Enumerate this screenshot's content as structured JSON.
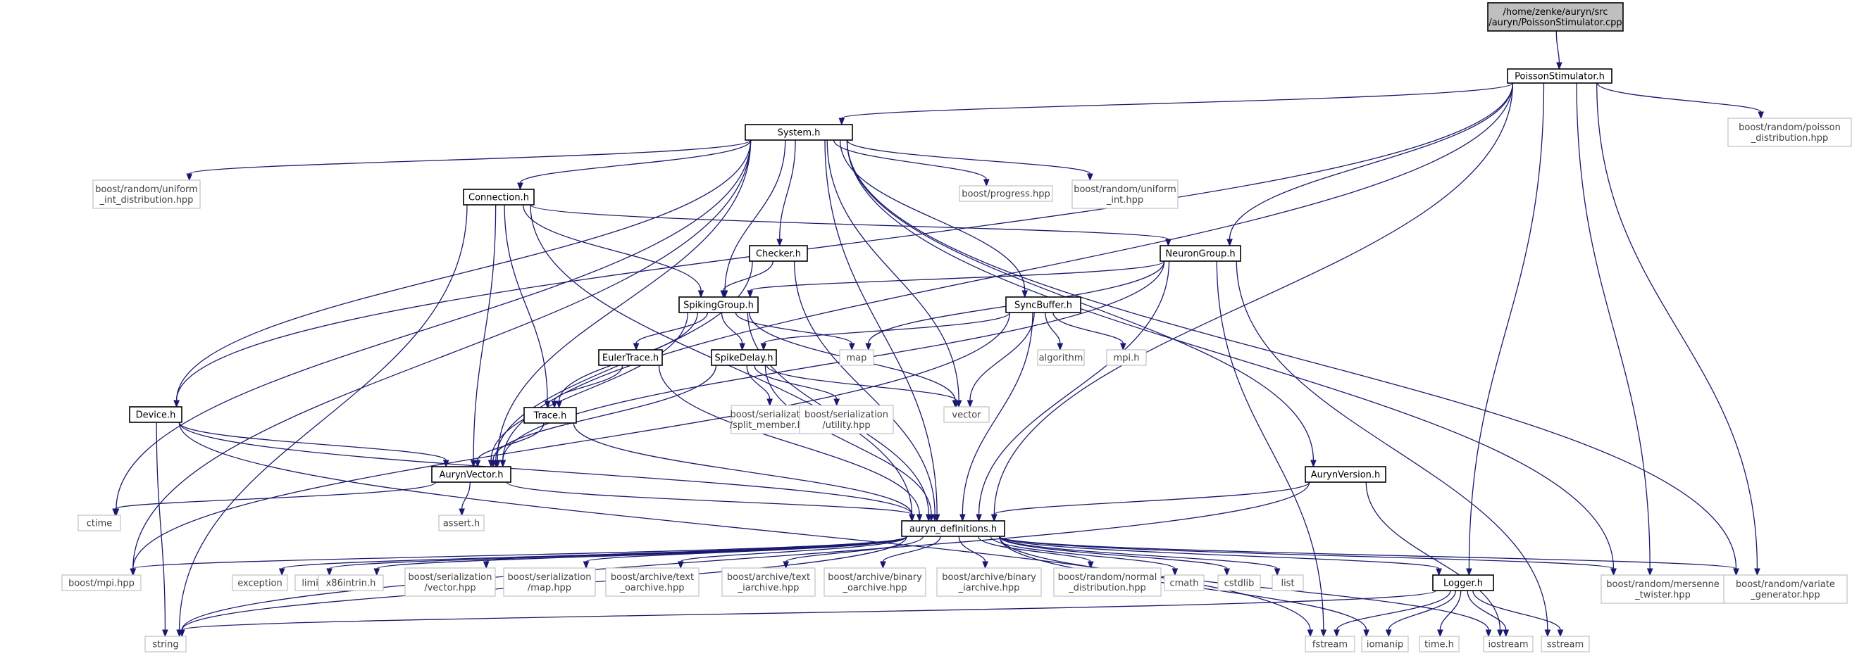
{
  "diagram": {
    "nodes": [
      {
        "id": "root",
        "lines": [
          "/home/zenke/auryn/src",
          "/auryn/PoissonStimulator.cpp"
        ],
        "kind": "root"
      },
      {
        "id": "PoissonStimulator_h",
        "lines": [
          "PoissonStimulator.h"
        ],
        "kind": "doc"
      },
      {
        "id": "boost_poisson",
        "lines": [
          "boost/random/poisson",
          "_distribution.hpp"
        ],
        "kind": "ext"
      },
      {
        "id": "System_h",
        "lines": [
          "System.h"
        ],
        "kind": "doc"
      },
      {
        "id": "boost_uniform_int_distribution",
        "lines": [
          "boost/random/uniform",
          "_int_distribution.hpp"
        ],
        "kind": "ext"
      },
      {
        "id": "boost_progress",
        "lines": [
          "boost/progress.hpp"
        ],
        "kind": "ext"
      },
      {
        "id": "boost_uniform_int",
        "lines": [
          "boost/random/uniform",
          "_int.hpp"
        ],
        "kind": "ext"
      },
      {
        "id": "Connection_h",
        "lines": [
          "Connection.h"
        ],
        "kind": "doc"
      },
      {
        "id": "NeuronGroup_h",
        "lines": [
          "NeuronGroup.h"
        ],
        "kind": "doc"
      },
      {
        "id": "Checker_h",
        "lines": [
          "Checker.h"
        ],
        "kind": "doc"
      },
      {
        "id": "SpikingGroup_h",
        "lines": [
          "SpikingGroup.h"
        ],
        "kind": "doc"
      },
      {
        "id": "SyncBuffer_h",
        "lines": [
          "SyncBuffer.h"
        ],
        "kind": "doc"
      },
      {
        "id": "EulerTrace_h",
        "lines": [
          "EulerTrace.h"
        ],
        "kind": "doc"
      },
      {
        "id": "SpikeDelay_h",
        "lines": [
          "SpikeDelay.h"
        ],
        "kind": "doc"
      },
      {
        "id": "map",
        "lines": [
          "map"
        ],
        "kind": "ext"
      },
      {
        "id": "algorithm",
        "lines": [
          "algorithm"
        ],
        "kind": "ext"
      },
      {
        "id": "mpi_h",
        "lines": [
          "mpi.h"
        ],
        "kind": "ext"
      },
      {
        "id": "boost_split_member",
        "lines": [
          "boost/serialization",
          "/split_member.hpp"
        ],
        "kind": "ext"
      },
      {
        "id": "boost_utility",
        "lines": [
          "boost/serialization",
          "/utility.hpp"
        ],
        "kind": "ext"
      },
      {
        "id": "vector",
        "lines": [
          "vector"
        ],
        "kind": "ext"
      },
      {
        "id": "Trace_h",
        "lines": [
          "Trace.h"
        ],
        "kind": "doc"
      },
      {
        "id": "Device_h",
        "lines": [
          "Device.h"
        ],
        "kind": "doc"
      },
      {
        "id": "AurynVector_h",
        "lines": [
          "AurynVector.h"
        ],
        "kind": "doc"
      },
      {
        "id": "AurynVersion_h",
        "lines": [
          "AurynVersion.h"
        ],
        "kind": "doc"
      },
      {
        "id": "ctime",
        "lines": [
          "ctime"
        ],
        "kind": "ext"
      },
      {
        "id": "assert_h",
        "lines": [
          "assert.h"
        ],
        "kind": "ext"
      },
      {
        "id": "auryn_definitions_h",
        "lines": [
          "auryn_definitions.h"
        ],
        "kind": "doc"
      },
      {
        "id": "boost_mpi",
        "lines": [
          "boost/mpi.hpp"
        ],
        "kind": "ext"
      },
      {
        "id": "exception",
        "lines": [
          "exception"
        ],
        "kind": "ext"
      },
      {
        "id": "limits",
        "lines": [
          "limits"
        ],
        "kind": "ext"
      },
      {
        "id": "x86intrin_h",
        "lines": [
          "x86intrin.h"
        ],
        "kind": "ext"
      },
      {
        "id": "boost_ser_vector",
        "lines": [
          "boost/serialization",
          "/vector.hpp"
        ],
        "kind": "ext"
      },
      {
        "id": "boost_ser_map",
        "lines": [
          "boost/serialization",
          "/map.hpp"
        ],
        "kind": "ext"
      },
      {
        "id": "boost_text_oarchive",
        "lines": [
          "boost/archive/text",
          "_oarchive.hpp"
        ],
        "kind": "ext"
      },
      {
        "id": "boost_text_iarchive",
        "lines": [
          "boost/archive/text",
          "_iarchive.hpp"
        ],
        "kind": "ext"
      },
      {
        "id": "boost_binary_oarchive",
        "lines": [
          "boost/archive/binary",
          "_oarchive.hpp"
        ],
        "kind": "ext"
      },
      {
        "id": "boost_binary_iarchive",
        "lines": [
          "boost/archive/binary",
          "_iarchive.hpp"
        ],
        "kind": "ext"
      },
      {
        "id": "boost_normal_distribution",
        "lines": [
          "boost/random/normal",
          "_distribution.hpp"
        ],
        "kind": "ext"
      },
      {
        "id": "cmath",
        "lines": [
          "cmath"
        ],
        "kind": "ext"
      },
      {
        "id": "cstdlib",
        "lines": [
          "cstdlib"
        ],
        "kind": "ext"
      },
      {
        "id": "list",
        "lines": [
          "list"
        ],
        "kind": "ext"
      },
      {
        "id": "Logger_h",
        "lines": [
          "Logger.h"
        ],
        "kind": "doc"
      },
      {
        "id": "boost_mersenne_twister",
        "lines": [
          "boost/random/mersenne",
          "_twister.hpp"
        ],
        "kind": "ext"
      },
      {
        "id": "boost_variate_generator",
        "lines": [
          "boost/random/variate",
          "_generator.hpp"
        ],
        "kind": "ext"
      },
      {
        "id": "string",
        "lines": [
          "string"
        ],
        "kind": "ext"
      },
      {
        "id": "fstream",
        "lines": [
          "fstream"
        ],
        "kind": "ext"
      },
      {
        "id": "iomanip",
        "lines": [
          "iomanip"
        ],
        "kind": "ext"
      },
      {
        "id": "time_h",
        "lines": [
          "time.h"
        ],
        "kind": "ext"
      },
      {
        "id": "iostream",
        "lines": [
          "iostream"
        ],
        "kind": "ext"
      },
      {
        "id": "sstream",
        "lines": [
          "sstream"
        ],
        "kind": "ext"
      }
    ],
    "edges": [
      [
        "root",
        "PoissonStimulator_h"
      ],
      [
        "PoissonStimulator_h",
        "System_h"
      ],
      [
        "PoissonStimulator_h",
        "boost_poisson"
      ],
      [
        "PoissonStimulator_h",
        "Device_h"
      ],
      [
        "PoissonStimulator_h",
        "AurynVector_h"
      ],
      [
        "PoissonStimulator_h",
        "NeuronGroup_h"
      ],
      [
        "PoissonStimulator_h",
        "auryn_definitions_h"
      ],
      [
        "PoissonStimulator_h",
        "Logger_h"
      ],
      [
        "PoissonStimulator_h",
        "boost_mersenne_twister"
      ],
      [
        "PoissonStimulator_h",
        "boost_variate_generator"
      ],
      [
        "System_h",
        "boost_uniform_int_distribution"
      ],
      [
        "System_h",
        "boost_progress"
      ],
      [
        "System_h",
        "boost_uniform_int"
      ],
      [
        "System_h",
        "Connection_h"
      ],
      [
        "System_h",
        "Checker_h"
      ],
      [
        "System_h",
        "SpikingGroup_h"
      ],
      [
        "System_h",
        "SyncBuffer_h"
      ],
      [
        "System_h",
        "AurynVersion_h"
      ],
      [
        "System_h",
        "Device_h"
      ],
      [
        "System_h",
        "AurynVector_h"
      ],
      [
        "System_h",
        "auryn_definitions_h"
      ],
      [
        "System_h",
        "vector"
      ],
      [
        "System_h",
        "ctime"
      ],
      [
        "System_h",
        "boost_mpi"
      ],
      [
        "System_h",
        "boost_mersenne_twister"
      ],
      [
        "System_h",
        "boost_variate_generator"
      ],
      [
        "Connection_h",
        "NeuronGroup_h"
      ],
      [
        "Connection_h",
        "SpikingGroup_h"
      ],
      [
        "Connection_h",
        "Trace_h"
      ],
      [
        "Connection_h",
        "AurynVector_h"
      ],
      [
        "Connection_h",
        "auryn_definitions_h"
      ],
      [
        "Connection_h",
        "string"
      ],
      [
        "Checker_h",
        "SpikingGroup_h"
      ],
      [
        "Checker_h",
        "AurynVector_h"
      ],
      [
        "Checker_h",
        "auryn_definitions_h"
      ],
      [
        "NeuronGroup_h",
        "SpikingGroup_h"
      ],
      [
        "NeuronGroup_h",
        "map"
      ],
      [
        "NeuronGroup_h",
        "AurynVector_h"
      ],
      [
        "NeuronGroup_h",
        "auryn_definitions_h"
      ],
      [
        "NeuronGroup_h",
        "fstream"
      ],
      [
        "NeuronGroup_h",
        "sstream"
      ],
      [
        "SpikingGroup_h",
        "EulerTrace_h"
      ],
      [
        "SpikingGroup_h",
        "SpikeDelay_h"
      ],
      [
        "SpikingGroup_h",
        "map"
      ],
      [
        "SpikingGroup_h",
        "vector"
      ],
      [
        "SpikingGroup_h",
        "Trace_h"
      ],
      [
        "SpikingGroup_h",
        "AurynVector_h"
      ],
      [
        "SpikingGroup_h",
        "auryn_definitions_h"
      ],
      [
        "SyncBuffer_h",
        "SpikeDelay_h"
      ],
      [
        "SyncBuffer_h",
        "algorithm"
      ],
      [
        "SyncBuffer_h",
        "mpi_h"
      ],
      [
        "SyncBuffer_h",
        "vector"
      ],
      [
        "SyncBuffer_h",
        "auryn_definitions_h"
      ],
      [
        "SyncBuffer_h",
        "boost_mpi"
      ],
      [
        "EulerTrace_h",
        "Trace_h"
      ],
      [
        "EulerTrace_h",
        "auryn_definitions_h"
      ],
      [
        "SpikeDelay_h",
        "boost_split_member"
      ],
      [
        "SpikeDelay_h",
        "boost_utility"
      ],
      [
        "SpikeDelay_h",
        "vector"
      ],
      [
        "SpikeDelay_h",
        "AurynVector_h"
      ],
      [
        "SpikeDelay_h",
        "auryn_definitions_h"
      ],
      [
        "Trace_h",
        "AurynVector_h"
      ],
      [
        "Trace_h",
        "auryn_definitions_h"
      ],
      [
        "Device_h",
        "AurynVector_h"
      ],
      [
        "Device_h",
        "auryn_definitions_h"
      ],
      [
        "Device_h",
        "string"
      ],
      [
        "Device_h",
        "fstream"
      ],
      [
        "AurynVector_h",
        "ctime"
      ],
      [
        "AurynVector_h",
        "assert_h"
      ],
      [
        "AurynVector_h",
        "auryn_definitions_h"
      ],
      [
        "AurynVersion_h",
        "auryn_definitions_h"
      ],
      [
        "AurynVersion_h",
        "string"
      ],
      [
        "AurynVersion_h",
        "iostream"
      ],
      [
        "auryn_definitions_h",
        "boost_mpi"
      ],
      [
        "auryn_definitions_h",
        "exception"
      ],
      [
        "auryn_definitions_h",
        "limits"
      ],
      [
        "auryn_definitions_h",
        "x86intrin_h"
      ],
      [
        "auryn_definitions_h",
        "boost_ser_vector"
      ],
      [
        "auryn_definitions_h",
        "boost_ser_map"
      ],
      [
        "auryn_definitions_h",
        "boost_text_oarchive"
      ],
      [
        "auryn_definitions_h",
        "boost_text_iarchive"
      ],
      [
        "auryn_definitions_h",
        "boost_binary_oarchive"
      ],
      [
        "auryn_definitions_h",
        "boost_binary_iarchive"
      ],
      [
        "auryn_definitions_h",
        "boost_normal_distribution"
      ],
      [
        "auryn_definitions_h",
        "cmath"
      ],
      [
        "auryn_definitions_h",
        "cstdlib"
      ],
      [
        "auryn_definitions_h",
        "list"
      ],
      [
        "auryn_definitions_h",
        "Logger_h"
      ],
      [
        "auryn_definitions_h",
        "boost_mersenne_twister"
      ],
      [
        "auryn_definitions_h",
        "boost_variate_generator"
      ],
      [
        "auryn_definitions_h",
        "string"
      ],
      [
        "auryn_definitions_h",
        "iomanip"
      ],
      [
        "auryn_definitions_h",
        "iostream"
      ],
      [
        "Logger_h",
        "string"
      ],
      [
        "Logger_h",
        "fstream"
      ],
      [
        "Logger_h",
        "iomanip"
      ],
      [
        "Logger_h",
        "time_h"
      ],
      [
        "Logger_h",
        "iostream"
      ],
      [
        "Logger_h",
        "sstream"
      ]
    ]
  }
}
